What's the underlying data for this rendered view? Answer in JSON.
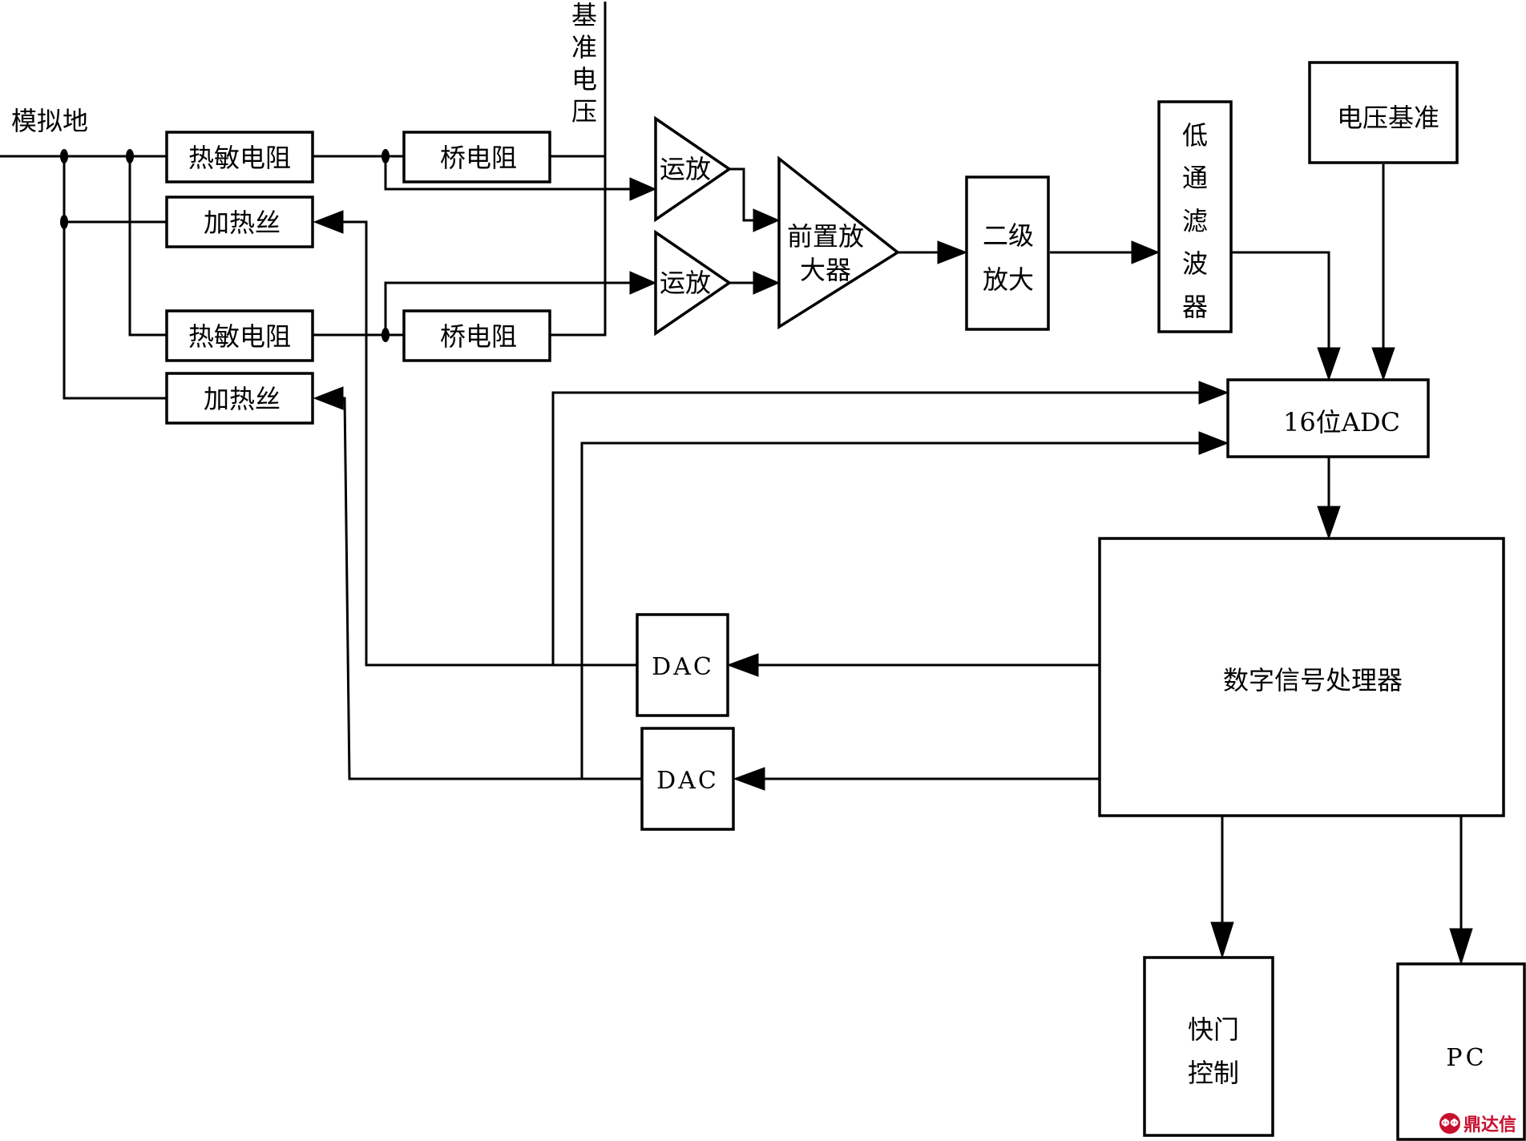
{
  "labels": {
    "analog_ground": "模拟地",
    "thermistor_top": "热敏电阻",
    "thermistor_bottom": "热敏电阻",
    "heater_top": "加热丝",
    "heater_bottom": "加热丝",
    "bridge_top": "桥电阻",
    "bridge_bottom": "桥电阻",
    "reference_voltage": [
      "基",
      "准",
      "电",
      "压"
    ],
    "opamp_top": "运放",
    "opamp_bottom": "运放",
    "preamp": [
      "前置放",
      "大器"
    ],
    "second_stage": [
      "二级",
      "放大"
    ],
    "lowpass": [
      "低",
      "通",
      "滤",
      "波",
      "器"
    ],
    "voltage_reference": "电压基准",
    "adc": "16位ADC",
    "dsp": "数字信号处理器",
    "dac_top": "DAC",
    "dac_bottom": "DAC",
    "shutter": [
      "快门",
      "控制"
    ],
    "pc": "PC"
  },
  "watermark": "鼎达信",
  "colors": {
    "line": "#000000",
    "background": "#ffffff",
    "watermark": "#c8102e"
  }
}
